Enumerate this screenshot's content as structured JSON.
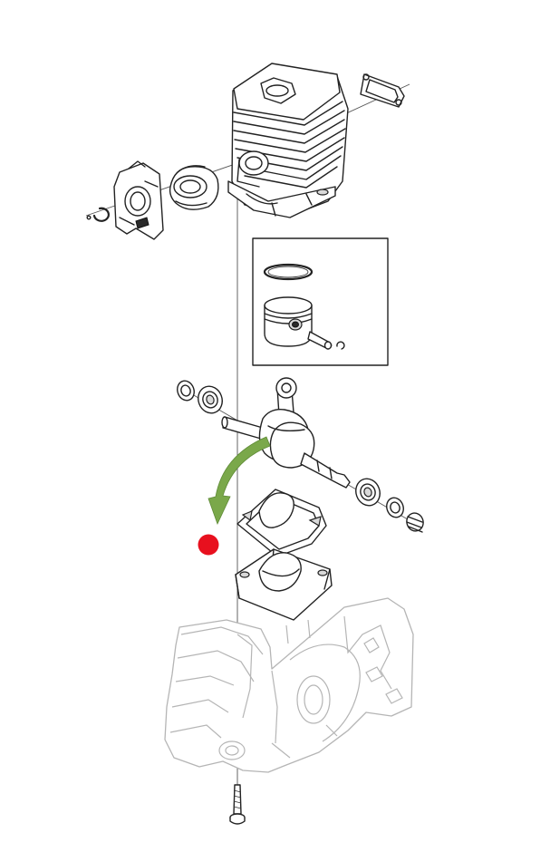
{
  "diagram": {
    "highlight_color": "#e8101e",
    "arrow_color": "#7aa84a",
    "components": [
      "cylinder",
      "exhaust-gasket",
      "intake-flange",
      "intake-boot",
      "retaining-ring",
      "piston-kit",
      "crankshaft",
      "bearing",
      "seal",
      "crankcase-gasket",
      "crankcase-half",
      "crankcase",
      "screw"
    ]
  }
}
